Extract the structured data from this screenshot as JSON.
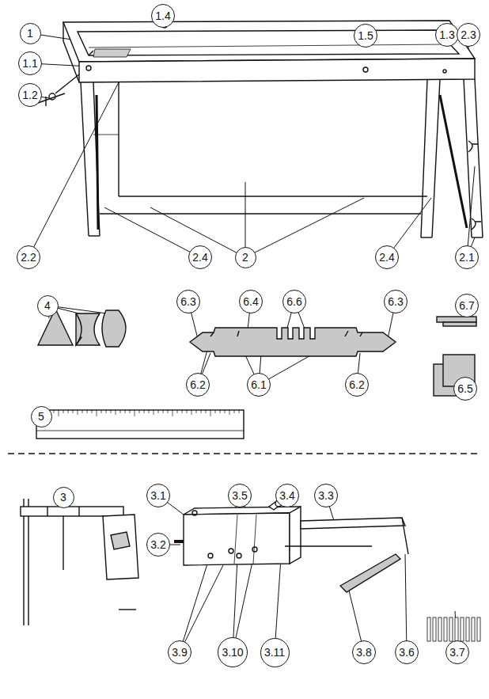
{
  "diagram": {
    "nodes": [
      {
        "text": [
          "1"
        ]
      },
      {
        "text": [
          "1.4"
        ]
      },
      {
        "text": [
          "1.5"
        ]
      },
      {
        "text": [
          "1.3"
        ]
      },
      {
        "text": [
          "2.3"
        ]
      },
      {
        "text": [
          "1.1"
        ]
      },
      {
        "text": [
          "1.2"
        ]
      },
      {
        "text": [
          "2.2"
        ]
      },
      {
        "text": [
          "2.4"
        ]
      },
      {
        "text": [
          "2"
        ]
      },
      {
        "text": [
          "2.4"
        ]
      },
      {
        "text": [
          "2.1"
        ]
      },
      {
        "text": [
          "4"
        ]
      },
      {
        "text": [
          "6.3"
        ]
      },
      {
        "text": [
          "6.4"
        ]
      },
      {
        "text": [
          "6.6"
        ]
      },
      {
        "text": [
          "6.3"
        ]
      },
      {
        "text": [
          "6.7"
        ]
      },
      {
        "text": [
          "6.2"
        ]
      },
      {
        "text": [
          "6.1"
        ]
      },
      {
        "text": [
          "6.2"
        ]
      },
      {
        "text": [
          "6.5"
        ]
      },
      {
        "text": [
          "5"
        ]
      },
      {
        "text": [
          "3"
        ]
      },
      {
        "text": [
          "3.1"
        ]
      },
      {
        "text": [
          "3.5"
        ]
      },
      {
        "text": [
          "3.4"
        ]
      },
      {
        "text": [
          "3.3"
        ]
      },
      {
        "text": [
          "3.2"
        ]
      },
      {
        "text": [
          "3.9"
        ]
      },
      {
        "text": [
          "3.10"
        ]
      },
      {
        "text": [
          "3.11"
        ]
      },
      {
        "text": [
          "3.8"
        ]
      },
      {
        "text": [
          "3.6"
        ]
      },
      {
        "text": [
          "3.7"
        ]
      }
    ]
  }
}
